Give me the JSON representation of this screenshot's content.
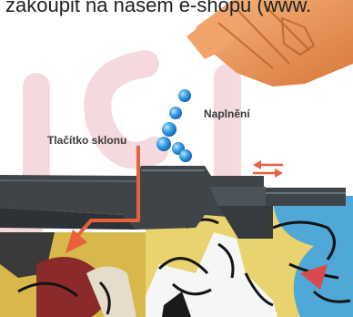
{
  "header_text": "zakoupit na našem e-shopu (www.",
  "labels": {
    "fill": "Naplnění",
    "tilt_button": "Tlačítko sklonu"
  },
  "colors": {
    "arrow": "#e8603c",
    "bottle": "#e89252",
    "balls": "#2a8fe0",
    "rail": "#3e4448",
    "watermark": "#f3d3d9"
  },
  "icons": {
    "bottle": "bottle-icon",
    "balls": "paintball-icon",
    "arrow_down": "arrow-down-icon",
    "arrow_double": "double-arrow-icon"
  }
}
